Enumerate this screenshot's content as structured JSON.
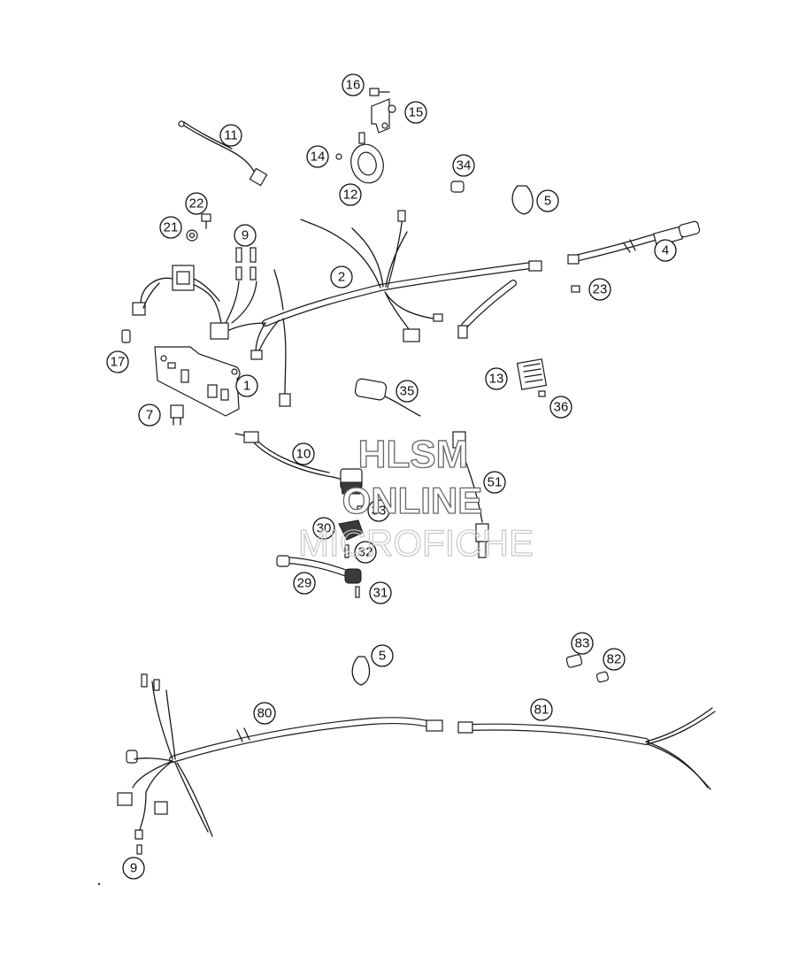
{
  "watermark": {
    "line1": "HLSM",
    "line2": "ONLINE",
    "line3": "MICROFICHE"
  },
  "callouts": [
    "16",
    "15",
    "11",
    "14",
    "12",
    "34",
    "5",
    "22",
    "21",
    "9",
    "2",
    "4",
    "23",
    "17",
    "1",
    "13",
    "35",
    "36",
    "7",
    "10",
    "51",
    "33",
    "30",
    "32",
    "29",
    "31",
    "5",
    "83",
    "82",
    "80",
    "81",
    "9"
  ]
}
